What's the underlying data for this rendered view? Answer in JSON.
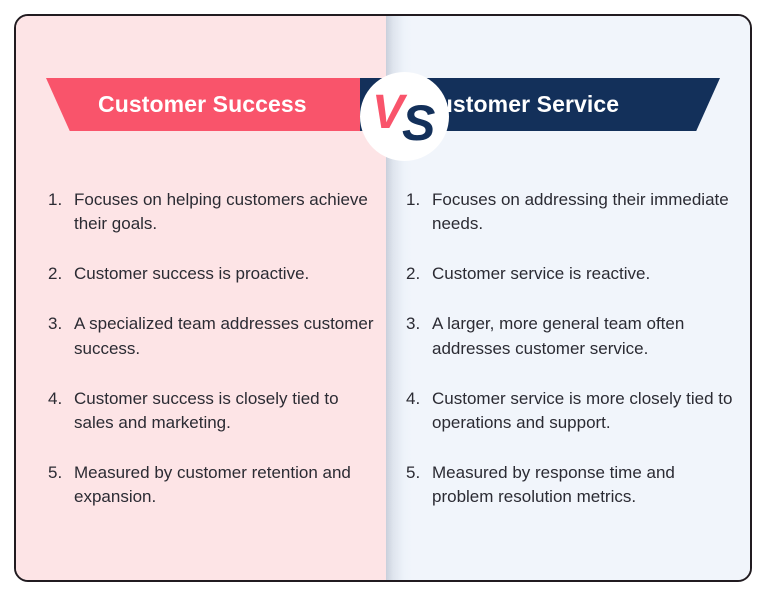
{
  "card": {
    "border_color": "#211b20",
    "left_bg": "#fde4e6",
    "right_bg": "#f1f5fb"
  },
  "vs_badge": {
    "left_letter": "V",
    "right_letter": "S",
    "left_color": "#f9546b",
    "right_color": "#13305a"
  },
  "left": {
    "title": "Customer Success",
    "banner_color": "#f9546b",
    "items": [
      {
        "number": "1.",
        "text": "Focuses on helping customers achieve their goals."
      },
      {
        "number": "2.",
        "text": "Customer success is proactive."
      },
      {
        "number": "3.",
        "text": "A specialized team addresses customer success."
      },
      {
        "number": "4.",
        "text": "Customer success is closely tied to sales and marketing."
      },
      {
        "number": "5.",
        "text": "Measured by customer retention and expansion."
      }
    ]
  },
  "right": {
    "title": "Customer Service",
    "banner_color": "#13305a",
    "items": [
      {
        "number": "1.",
        "text": "Focuses on addressing their immediate needs."
      },
      {
        "number": "2.",
        "text": "Customer service is reactive."
      },
      {
        "number": "3.",
        "text": "A larger, more general team often addresses customer service."
      },
      {
        "number": "4.",
        "text": "Customer service is more closely tied to operations and support."
      },
      {
        "number": "5.",
        "text": "Measured by response time and problem resolution metrics."
      }
    ]
  }
}
